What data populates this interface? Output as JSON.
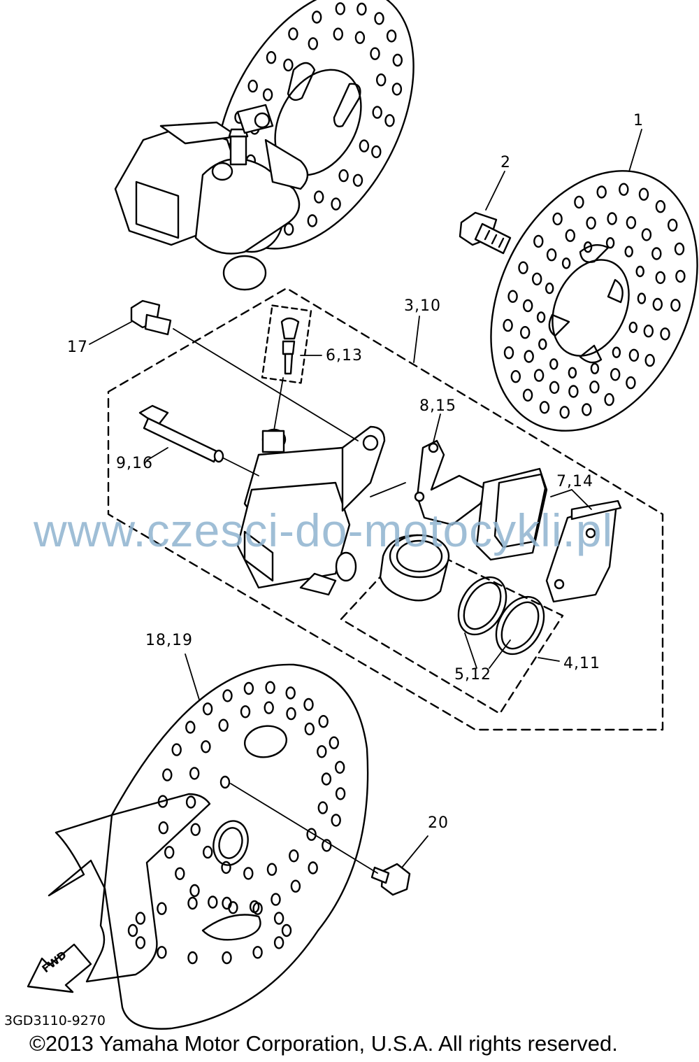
{
  "diagram": {
    "callouts": [
      "1",
      "2",
      "3,10",
      "17",
      "6,13",
      "8,15",
      "9,16",
      "7,14",
      "18,19",
      "5,12",
      "4,11",
      "20"
    ],
    "fwd_label": "FWD",
    "drawing_code": "3GD3110-9270",
    "watermark": "www.czesci-do-motocykli.pl",
    "copyright": "©2013 Yamaha Motor Corporation, U.S.A. All rights reserved."
  }
}
